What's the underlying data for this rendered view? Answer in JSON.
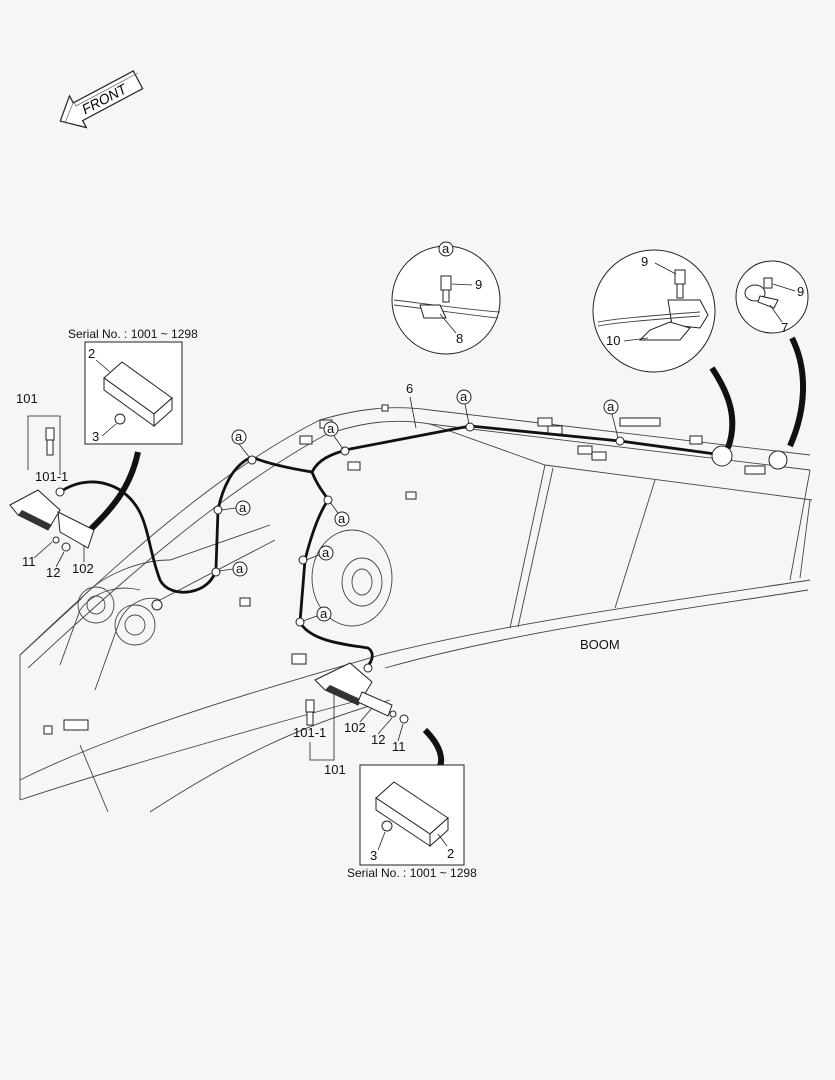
{
  "front_arrow": {
    "text": "FRONT"
  },
  "boom_label": "BOOM",
  "callouts": {
    "six": "6",
    "a": "a",
    "det_a_9": "9",
    "det_a_8": "8",
    "det_b_9": "9",
    "det_b_10": "10",
    "det_c_9": "9",
    "det_c_7": "7",
    "left_101": "101",
    "left_101_1": "101-1",
    "left_11": "11",
    "left_12": "12",
    "left_102": "102",
    "right_102": "102",
    "right_101_1": "101-1",
    "right_12": "12",
    "right_11": "11",
    "right_101": "101"
  },
  "inset_top": {
    "serial": "Serial No. : 1001 ~ 1298",
    "part_2": "2",
    "part_3": "3"
  },
  "inset_bottom": {
    "serial": "Serial No. : 1001 ~ 1298",
    "part_2": "2",
    "part_3": "3"
  }
}
